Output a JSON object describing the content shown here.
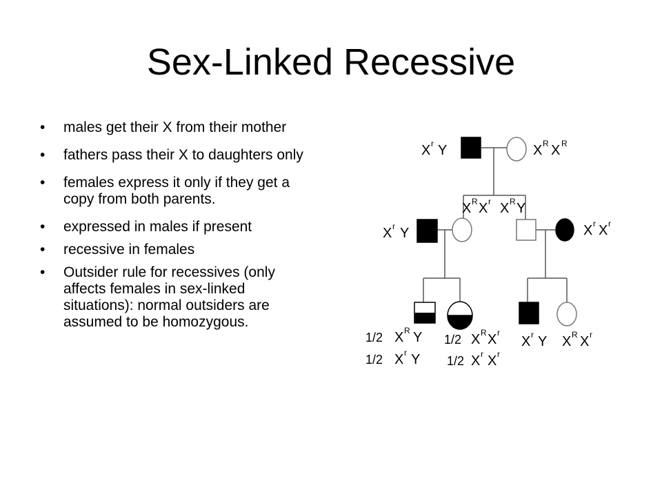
{
  "slide": {
    "title": "Sex-Linked Recessive",
    "bullets": [
      "males get their X from their mother",
      "fathers pass their X to daughters only",
      "females express it only if they get a copy from both parents.",
      "expressed in males if present",
      "recessive in females",
      "Outsider rule for recessives (only affects females in sex-linked situations): normal outsiders are assumed to be homozygous."
    ],
    "bullet_glyph": "•"
  },
  "pedigree": {
    "generation_1": {
      "father": {
        "symbol": "affected-male",
        "genotype": "XʳY"
      },
      "mother": {
        "symbol": "unaffected-female",
        "genotype": "XᴿXᴿ"
      }
    },
    "generation_1_offspring_genotypes": [
      "XᴿXʳ",
      "XᴿY"
    ],
    "generation_2": {
      "left_couple": {
        "husband": {
          "symbol": "affected-male",
          "genotype": "XʳY"
        },
        "wife": {
          "symbol": "unaffected-female",
          "genotype": "XᴿXʳ"
        }
      },
      "right_couple": {
        "husband": {
          "symbol": "unaffected-male",
          "genotype": "XᴿY"
        },
        "wife": {
          "symbol": "affected-female",
          "genotype": "XʳXʳ"
        }
      }
    },
    "generation_3": {
      "left_children": [
        {
          "symbol": "possibly-affected-male",
          "probabilities": [
            "1/2",
            "1/2"
          ],
          "genotypes": [
            "XᴿY",
            "XʳY"
          ]
        },
        {
          "symbol": "possibly-affected-female",
          "probabilities": [
            "1/2",
            "1/2"
          ],
          "genotypes": [
            "XᴿXʳ",
            "XʳXʳ"
          ]
        }
      ],
      "right_children": [
        {
          "symbol": "affected-male",
          "genotype": "XʳY"
        },
        {
          "symbol": "unaffected-female",
          "genotype": "XᴿXʳ"
        }
      ]
    },
    "labels": {
      "g1_father": {
        "base1": "X",
        "sup1": "r",
        "base2": "Y"
      },
      "g1_mother": {
        "base1": "X",
        "sup1": "R",
        "base2": "X",
        "sup2": "R"
      },
      "g1_child1": {
        "base1": "X",
        "sup1": "R",
        "base2": "X",
        "sup2": "r"
      },
      "g1_child2": {
        "base1": "X",
        "sup1": "R",
        "base2": "Y"
      },
      "g2_left_husband": {
        "base1": "X",
        "sup1": "r",
        "base2": "Y"
      },
      "g2_right_wife": {
        "base1": "X",
        "sup1": "r",
        "base2": "X",
        "sup2": "r"
      },
      "g3_son_a": {
        "prob": "1/2",
        "base1": "X",
        "sup1": "R",
        "base2": "Y"
      },
      "g3_son_b": {
        "prob": "1/2",
        "base1": "X",
        "sup1": "r",
        "base2": "Y"
      },
      "g3_daughter_a": {
        "prob": "1/2",
        "base1": "X",
        "sup1": "R",
        "base2": "X",
        "sup2": "r"
      },
      "g3_daughter_b": {
        "prob": "1/2",
        "base1": "X",
        "sup1": "r",
        "base2": "X",
        "sup2": "r"
      },
      "g3_right_son": {
        "base1": "X",
        "sup1": "r",
        "base2": "Y"
      },
      "g3_right_daughter": {
        "base1": "X",
        "sup1": "R",
        "base2": "X",
        "sup2": "r"
      }
    },
    "colors": {
      "affected": "#000000",
      "unaffected": "#ffffff",
      "line": "#555555"
    }
  }
}
